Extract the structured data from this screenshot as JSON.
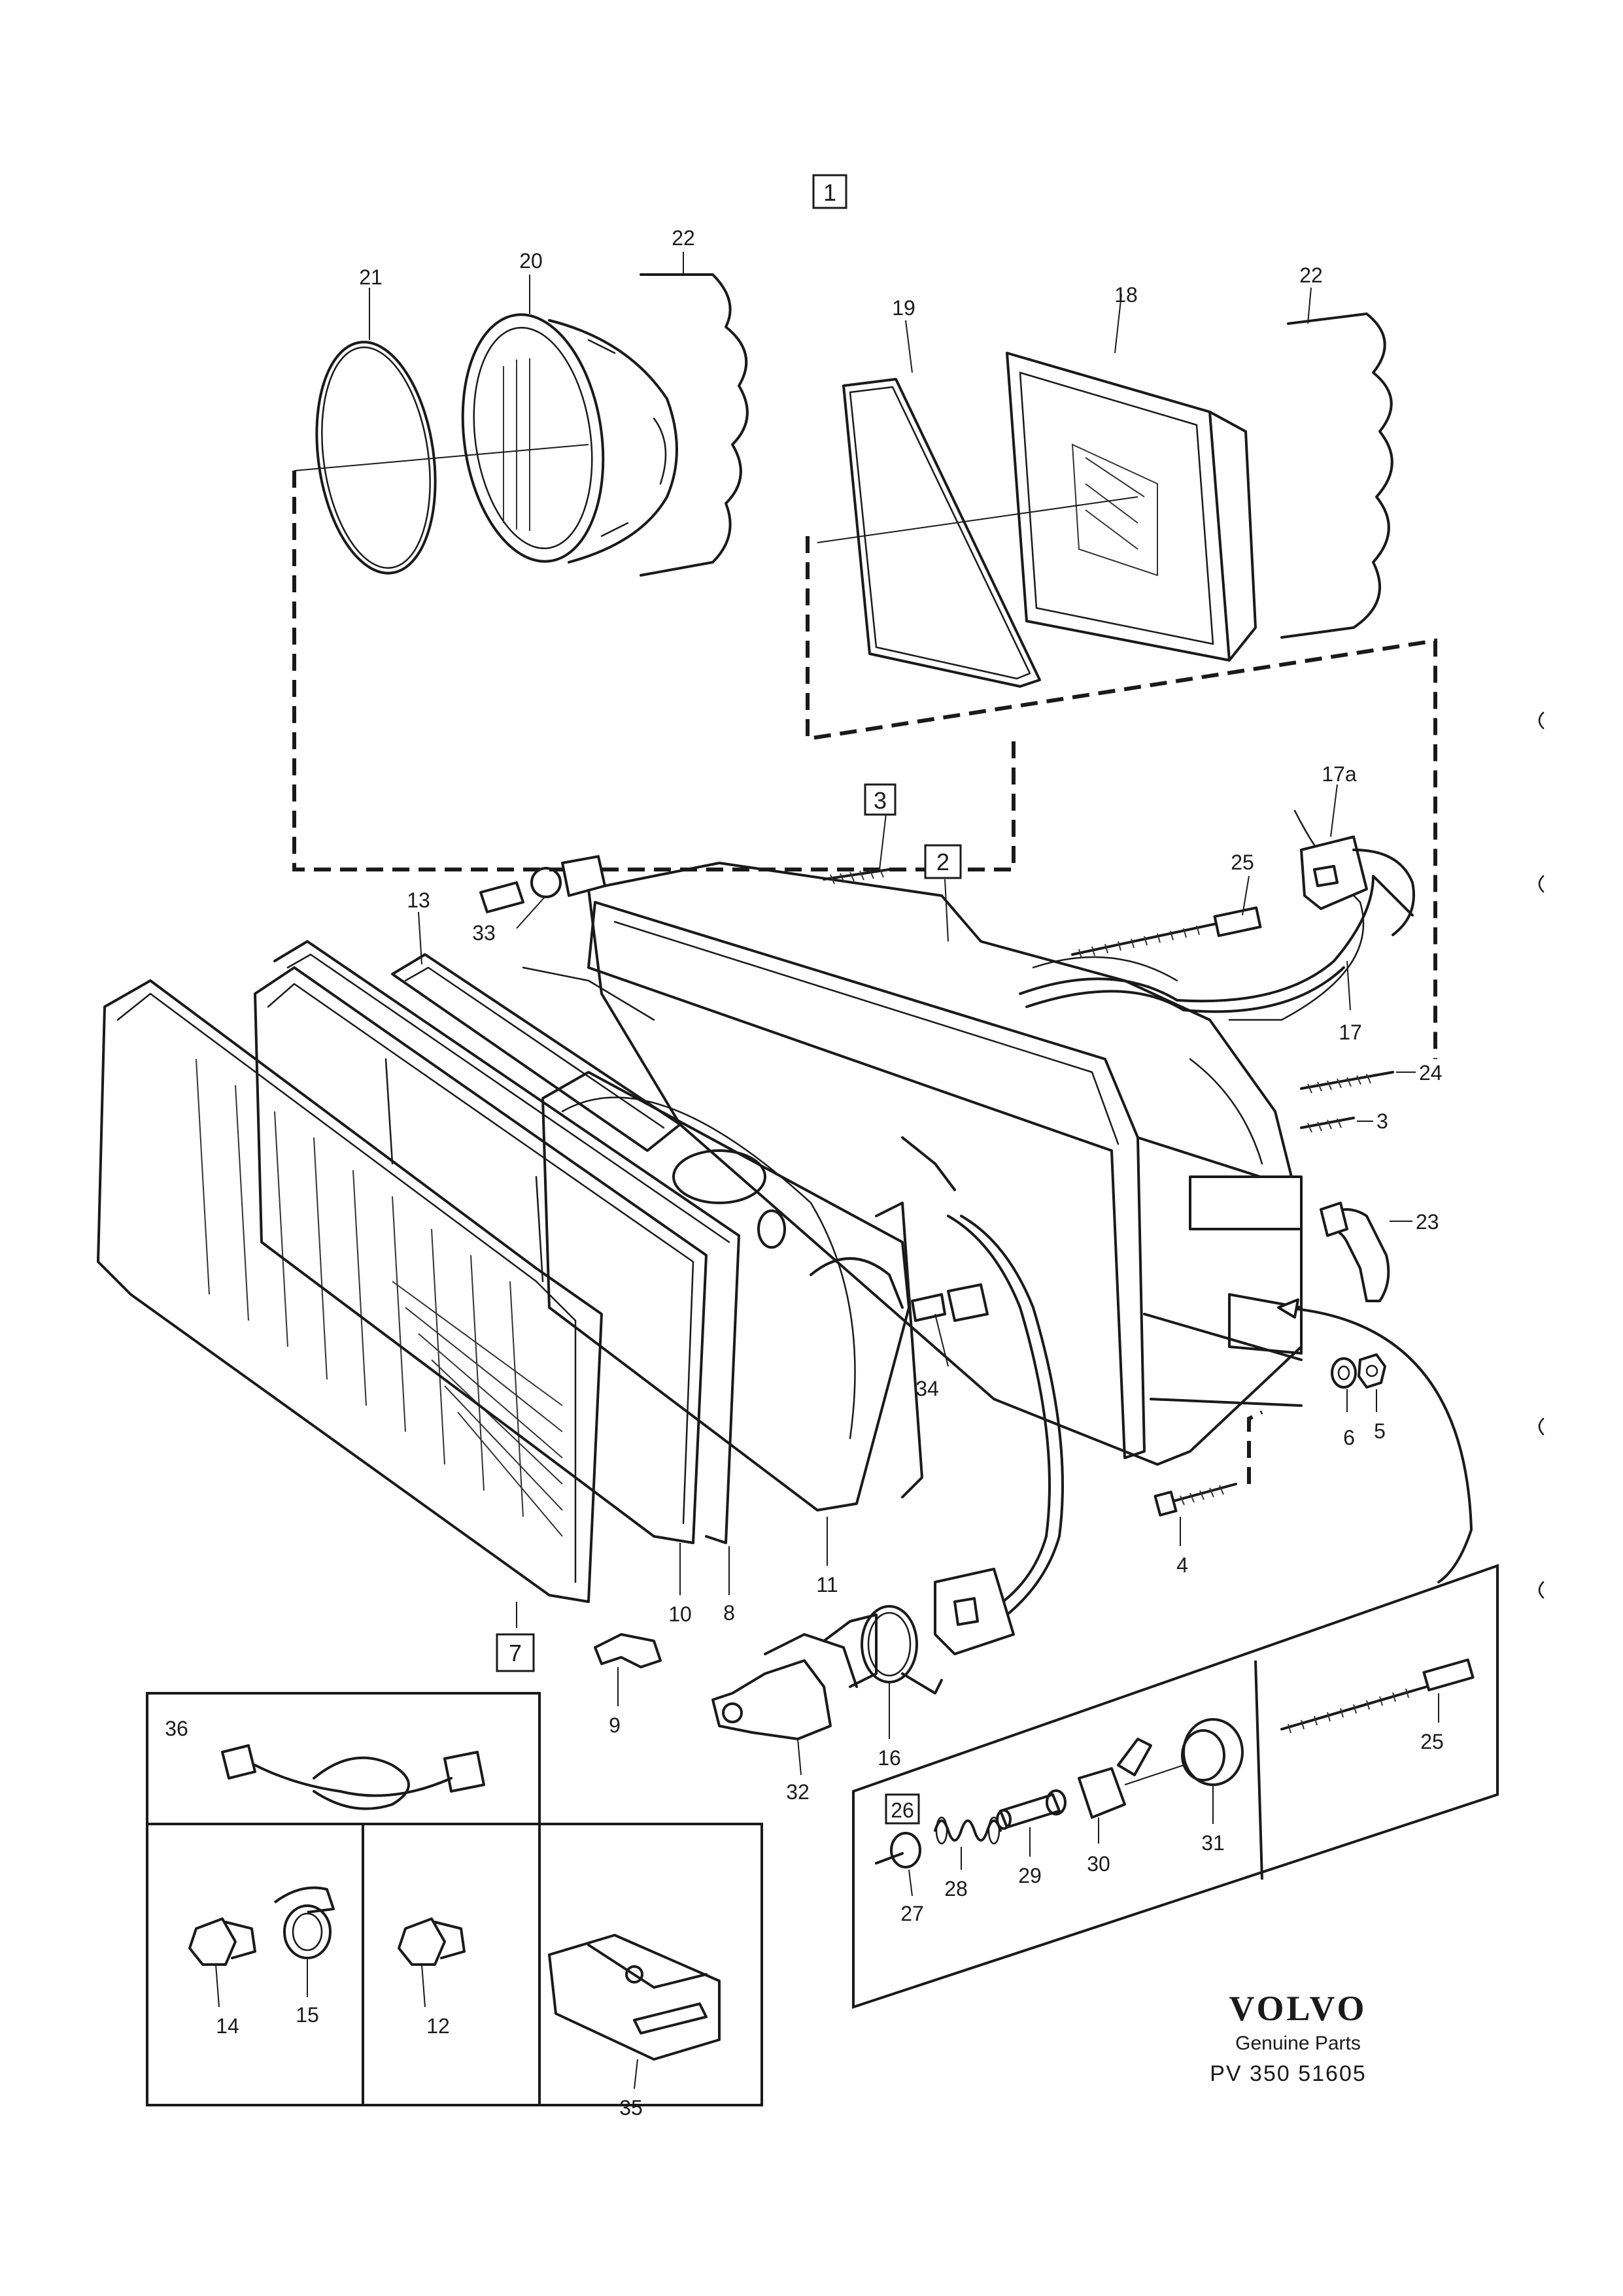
{
  "diagram": {
    "group_number": "1",
    "callouts": {
      "c2": "2",
      "c3a": "3",
      "c3b": "3",
      "c4": "4",
      "c5": "5",
      "c6": "6",
      "c7": "7",
      "c8": "8",
      "c9": "9",
      "c10": "10",
      "c11": "11",
      "c12": "12",
      "c13": "13",
      "c14": "14",
      "c15": "15",
      "c16": "16",
      "c17": "17",
      "c17a": "17a",
      "c18": "18",
      "c19": "19",
      "c20": "20",
      "c21": "21",
      "c22a": "22",
      "c22b": "22",
      "c23": "23",
      "c24": "24",
      "c25a": "25",
      "c25b": "25",
      "c26": "26",
      "c27": "27",
      "c28": "28",
      "c29": "29",
      "c30": "30",
      "c31": "31",
      "c32": "32",
      "c33": "33",
      "c34": "34",
      "c35": "35",
      "c36": "36"
    }
  },
  "brand": {
    "name": "VOLVO",
    "tagline": "Genuine Parts",
    "code": "PV  350 51605"
  },
  "colors": {
    "ink": "#1a1a1a",
    "paper": "#ffffff"
  }
}
